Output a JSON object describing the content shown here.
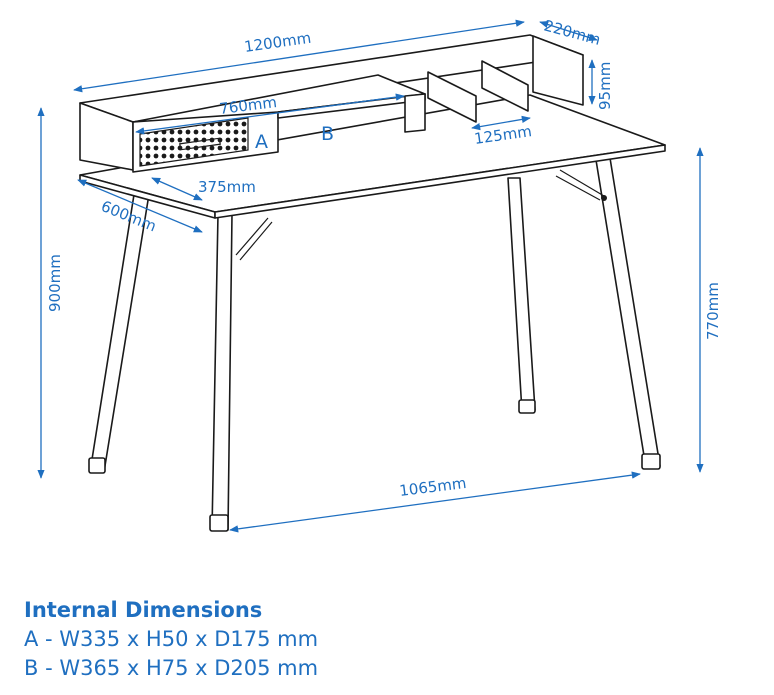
{
  "diagram": {
    "dimensions": {
      "width_total": "1200mm",
      "depth_shelf": "220mm",
      "height_divider": "95mm",
      "width_shelf": "760mm",
      "width_compartment": "125mm",
      "width_drawer": "375mm",
      "depth_desk": "600mm",
      "height_total": "900mm",
      "height_desk": "770mm",
      "width_legs": "1065mm"
    },
    "labels": {
      "a": "A",
      "b": "B"
    }
  },
  "internal": {
    "title": "Internal Dimensions",
    "a": "A - W335 x H50 x D175 mm",
    "b": "B - W365 x H75 x D205 mm"
  },
  "colors": {
    "dimension": "#1f6fc0",
    "line": "#1a1a1a"
  }
}
